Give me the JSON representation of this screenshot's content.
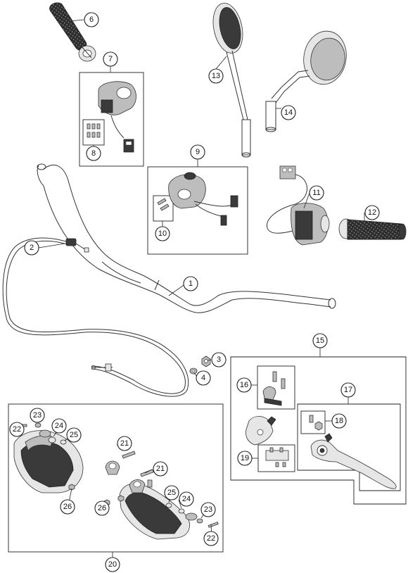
{
  "diagram": {
    "callouts": [
      {
        "id": "c1",
        "label": "1"
      },
      {
        "id": "c2",
        "label": "2"
      },
      {
        "id": "c3",
        "label": "3"
      },
      {
        "id": "c4",
        "label": "4"
      },
      {
        "id": "c6",
        "label": "6"
      },
      {
        "id": "c7",
        "label": "7"
      },
      {
        "id": "c8",
        "label": "8"
      },
      {
        "id": "c9",
        "label": "9"
      },
      {
        "id": "c10",
        "label": "10"
      },
      {
        "id": "c11",
        "label": "11"
      },
      {
        "id": "c12",
        "label": "12"
      },
      {
        "id": "c13",
        "label": "13"
      },
      {
        "id": "c14",
        "label": "14"
      },
      {
        "id": "c15",
        "label": "15"
      },
      {
        "id": "c16",
        "label": "16"
      },
      {
        "id": "c17",
        "label": "17"
      },
      {
        "id": "c18",
        "label": "18"
      },
      {
        "id": "c19",
        "label": "19"
      },
      {
        "id": "c20",
        "label": "20"
      },
      {
        "id": "c21a",
        "label": "21"
      },
      {
        "id": "c21b",
        "label": "21"
      },
      {
        "id": "c22a",
        "label": "22"
      },
      {
        "id": "c22b",
        "label": "22"
      },
      {
        "id": "c23a",
        "label": "23"
      },
      {
        "id": "c23b",
        "label": "23"
      },
      {
        "id": "c24a",
        "label": "24"
      },
      {
        "id": "c24b",
        "label": "24"
      },
      {
        "id": "c25a",
        "label": "25"
      },
      {
        "id": "c25b",
        "label": "25"
      },
      {
        "id": "c26a",
        "label": "26"
      },
      {
        "id": "c26b",
        "label": "26"
      }
    ]
  }
}
